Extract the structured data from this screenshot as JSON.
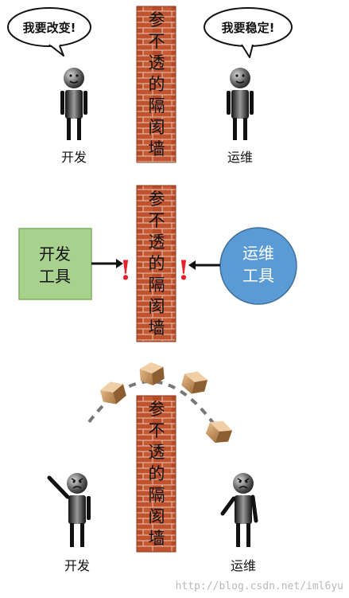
{
  "panel1": {
    "dev_bubble": "我要改变!",
    "ops_bubble": "我要稳定!",
    "wall_chars": [
      "参",
      "不",
      "透",
      "的",
      "隔",
      "阂",
      "墙"
    ],
    "dev_label": "开发",
    "ops_label": "运维"
  },
  "panel2": {
    "wall_chars": [
      "参",
      "不",
      "透",
      "的",
      "隔",
      "阂",
      "墙"
    ],
    "dev_tool_line1": "开发",
    "dev_tool_line2": "工具",
    "ops_tool_line1": "运维",
    "ops_tool_line2": "工具",
    "exclaim": "!",
    "colors": {
      "dev_tool": "#a9d18e",
      "ops_tool": "#5b9bd5",
      "exclaim": "#e8202a"
    }
  },
  "panel3": {
    "wall_chars": [
      "参",
      "不",
      "透",
      "的",
      "隔",
      "阂",
      "墙"
    ],
    "dev_label": "开发",
    "ops_label": "运维"
  },
  "watermark": "http://blog.csdn.net/iml6yu",
  "colors": {
    "brick": "#c0522e",
    "mortar": "#e6c7b3"
  }
}
